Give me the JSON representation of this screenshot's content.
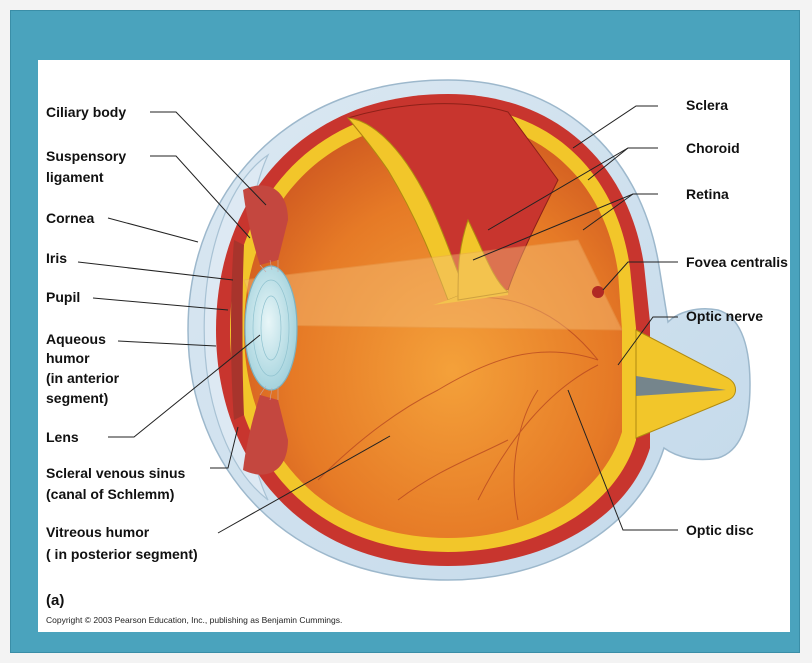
{
  "labels": {
    "ciliary_body": "Ciliary body",
    "suspensory_1": "Suspensory",
    "suspensory_2": "ligament",
    "cornea": "Cornea",
    "iris": "Iris",
    "pupil": "Pupil",
    "aqueous_1": "Aqueous",
    "aqueous_2": "humor",
    "aqueous_3": "(in anterior",
    "aqueous_4": "segment)",
    "lens": "Lens",
    "scleral_1": "Scleral venous sinus",
    "scleral_2": "(canal of Schlemm)",
    "vitreous_1": "Vitreous humor",
    "vitreous_2": "( in posterior segment)",
    "sclera": "Sclera",
    "choroid": "Choroid",
    "retina": "Retina",
    "fovea": "Fovea centralis",
    "optic_nerve": "Optic nerve",
    "optic_disc": "Optic disc"
  },
  "panel_letter": "(a)",
  "copyright": "Copyright © 2003 Pearson Education, Inc., publishing as Benjamin Cummings.",
  "colors": {
    "frame": "#4aa3bd",
    "sclera": "#cfe0ee",
    "choroid": "#c8352e",
    "retina": "#f2c62a",
    "vitreous": "#e8852a",
    "lens": "#bfe3ea"
  }
}
